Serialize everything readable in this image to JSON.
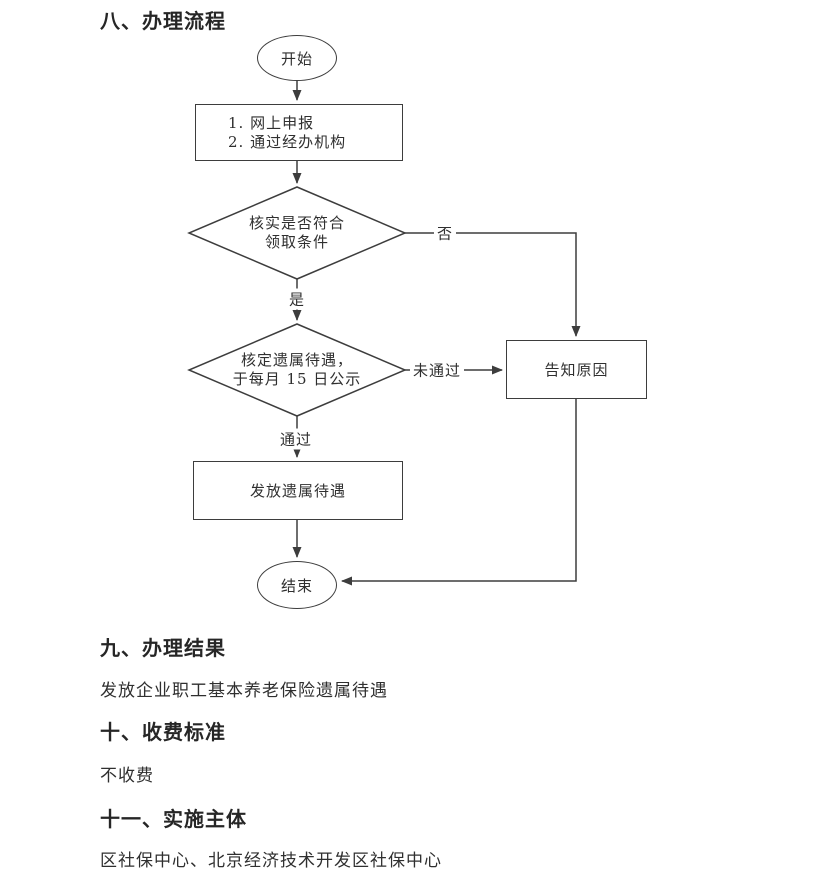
{
  "theme": {
    "page_bg": "#ffffff",
    "text_color": "#2f2f2f",
    "heading_color": "#262626",
    "line_color": "#3d3d3d"
  },
  "sections": {
    "process_flow": {
      "heading": "八、办理流程"
    },
    "result": {
      "heading": "九、办理结果",
      "body": "发放企业职工基本养老保险遗属待遇"
    },
    "fee": {
      "heading": "十、收费标准",
      "body": "不收费"
    },
    "implementer": {
      "heading": "十一、实施主体",
      "body": "区社保中心、北京经济技术开发区社保中心"
    }
  },
  "flowchart": {
    "nodes": {
      "start": {
        "shape": "terminator",
        "label": "开始"
      },
      "apply": {
        "shape": "process",
        "lines": [
          "1. 网上申报",
          "2. 通过经办机构"
        ]
      },
      "verify": {
        "shape": "decision",
        "lines": [
          "核实是否符合",
          "领取条件"
        ]
      },
      "review": {
        "shape": "decision",
        "lines": [
          "核定遗属待遇，",
          "于每月 15 日公示"
        ]
      },
      "notify_reason": {
        "shape": "process",
        "label": "告知原因"
      },
      "issue_benefit": {
        "shape": "process",
        "label": "发放遗属待遇"
      },
      "end": {
        "shape": "terminator",
        "label": "结束"
      }
    },
    "edge_labels": {
      "no": "否",
      "yes": "是",
      "not_passed": "未通过",
      "passed": "通过"
    }
  }
}
